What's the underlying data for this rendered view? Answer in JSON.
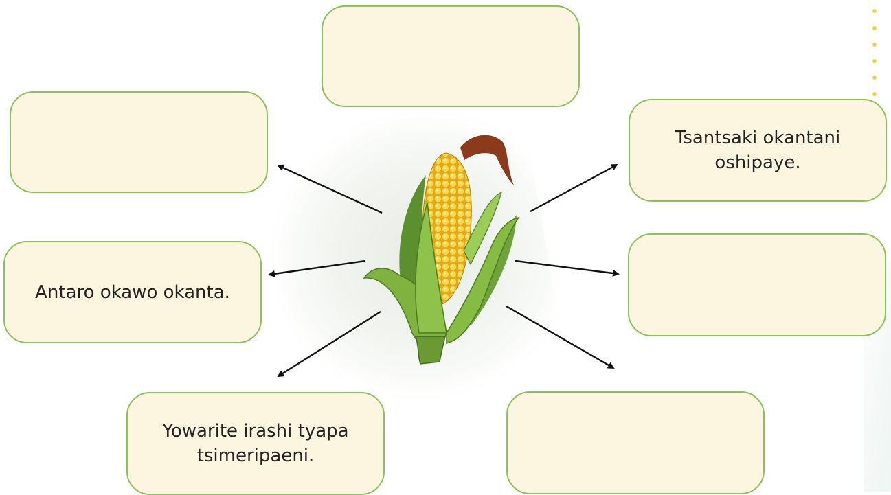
{
  "labels": {
    "top": "",
    "left_top": "",
    "right_top": "Tsantsaki okantani oshipaye.",
    "left_mid": "Antaro okawo okanta.",
    "right_mid": "",
    "left_bottom": "Yowarite irashi tyapa tsimeripaeni.",
    "right_bottom": ""
  },
  "colors": {
    "box_fill": "#fcf6e0",
    "box_border": "#8cc05a",
    "accent_dots": "#f0d24a"
  }
}
